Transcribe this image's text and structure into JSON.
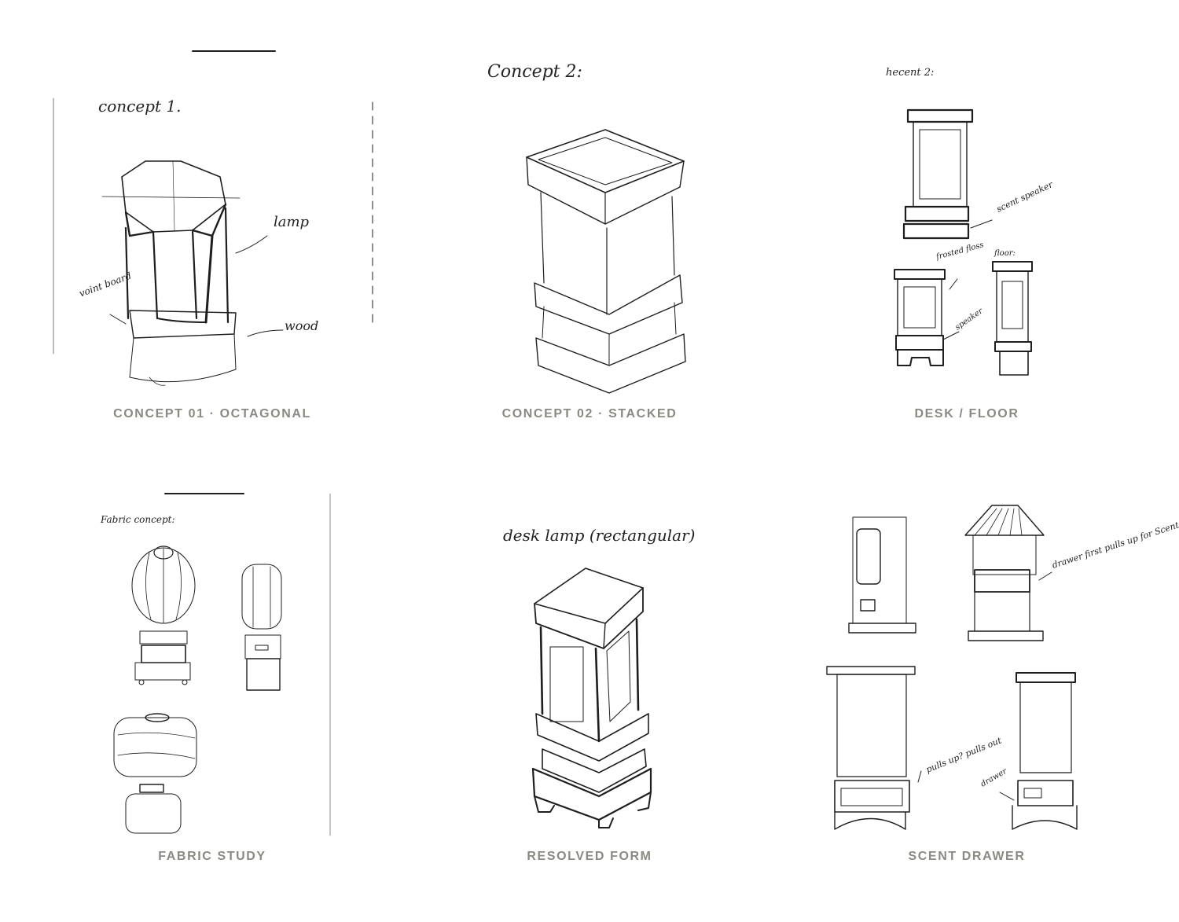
{
  "panels": [
    {
      "caption": "CONCEPT 01 · OCTAGONAL",
      "title": "concept 1.",
      "notes": [
        "lamp",
        "voint board",
        "wood"
      ]
    },
    {
      "caption": "CONCEPT 02 · STACKED",
      "title": "Concept 2:",
      "notes": []
    },
    {
      "caption": "DESK / FLOOR",
      "title": "hecent 2:",
      "notes": [
        "scent speaker",
        "frosted floss",
        "speaker",
        "floor:"
      ]
    },
    {
      "caption": "FABRIC STUDY",
      "title": "Fabric concept:",
      "notes": []
    },
    {
      "caption": "RESOLVED FORM",
      "title": "desk lamp (rectangular)",
      "notes": []
    },
    {
      "caption": "SCENT DRAWER",
      "title": "",
      "notes": [
        "drawer first pulls up for Scent",
        "pulls up? pulls out",
        "drawer"
      ]
    }
  ],
  "colors": {
    "caption": "#8a8a82",
    "ink": "#1e1e1e",
    "background": "#ffffff"
  }
}
